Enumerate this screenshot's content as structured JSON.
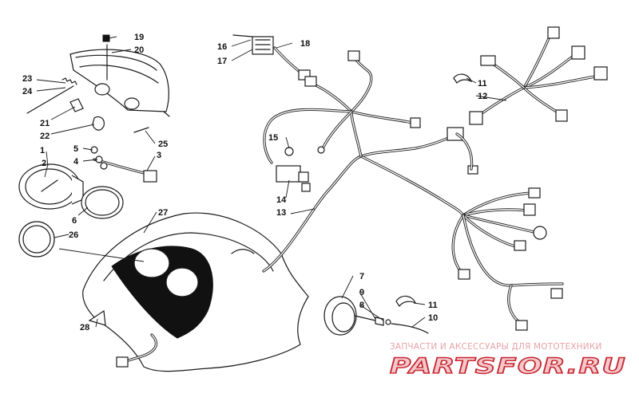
{
  "watermark": {
    "tagline": "ЗАПЧАСТИ И АКСЕССУАРЫ ДЛЯ МОТОТЕХНИКИ",
    "brand": "PARTSFOR.RU",
    "brand_color": "#c7262f"
  },
  "callouts": [
    "1",
    "2",
    "3",
    "4",
    "5",
    "6",
    "7",
    "8",
    "9",
    "10",
    "11",
    "12",
    "13",
    "14",
    "15",
    "16",
    "17",
    "18",
    "19",
    "20",
    "21",
    "22",
    "23",
    "24",
    "25",
    "26",
    "27",
    "28"
  ],
  "callouts_dup": {
    "11b": "11"
  }
}
